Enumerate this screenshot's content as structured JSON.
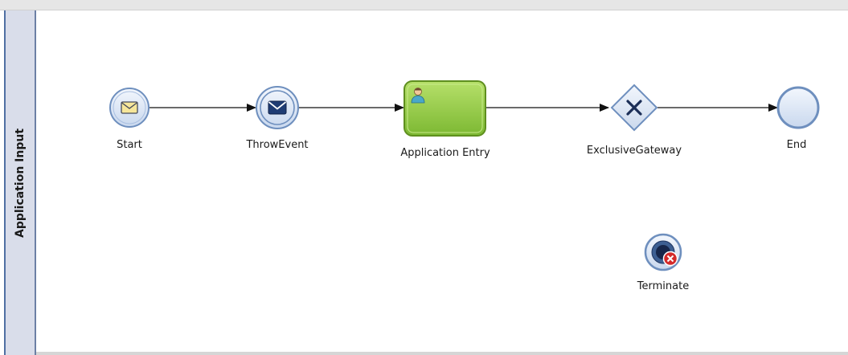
{
  "lane": {
    "title": "Application Input"
  },
  "nodes": {
    "start": {
      "label": "Start",
      "icon": "envelope-icon"
    },
    "throw_event": {
      "label": "ThrowEvent",
      "icon": "envelope-icon"
    },
    "task": {
      "label": "Application Entry",
      "icon": "user-icon"
    },
    "gateway": {
      "label": "ExclusiveGateway",
      "icon": "x-icon"
    },
    "end": {
      "label": "End"
    },
    "terminate": {
      "label": "Terminate",
      "icon": "error-badge-icon"
    }
  },
  "colors": {
    "lane_header_bg": "#d9ddea",
    "event_fill": "#dce6f4",
    "event_stroke": "#6e8fbe",
    "task_fill": "#8cc63f",
    "task_stroke": "#5f8f1f",
    "error_red": "#d42a2a"
  }
}
